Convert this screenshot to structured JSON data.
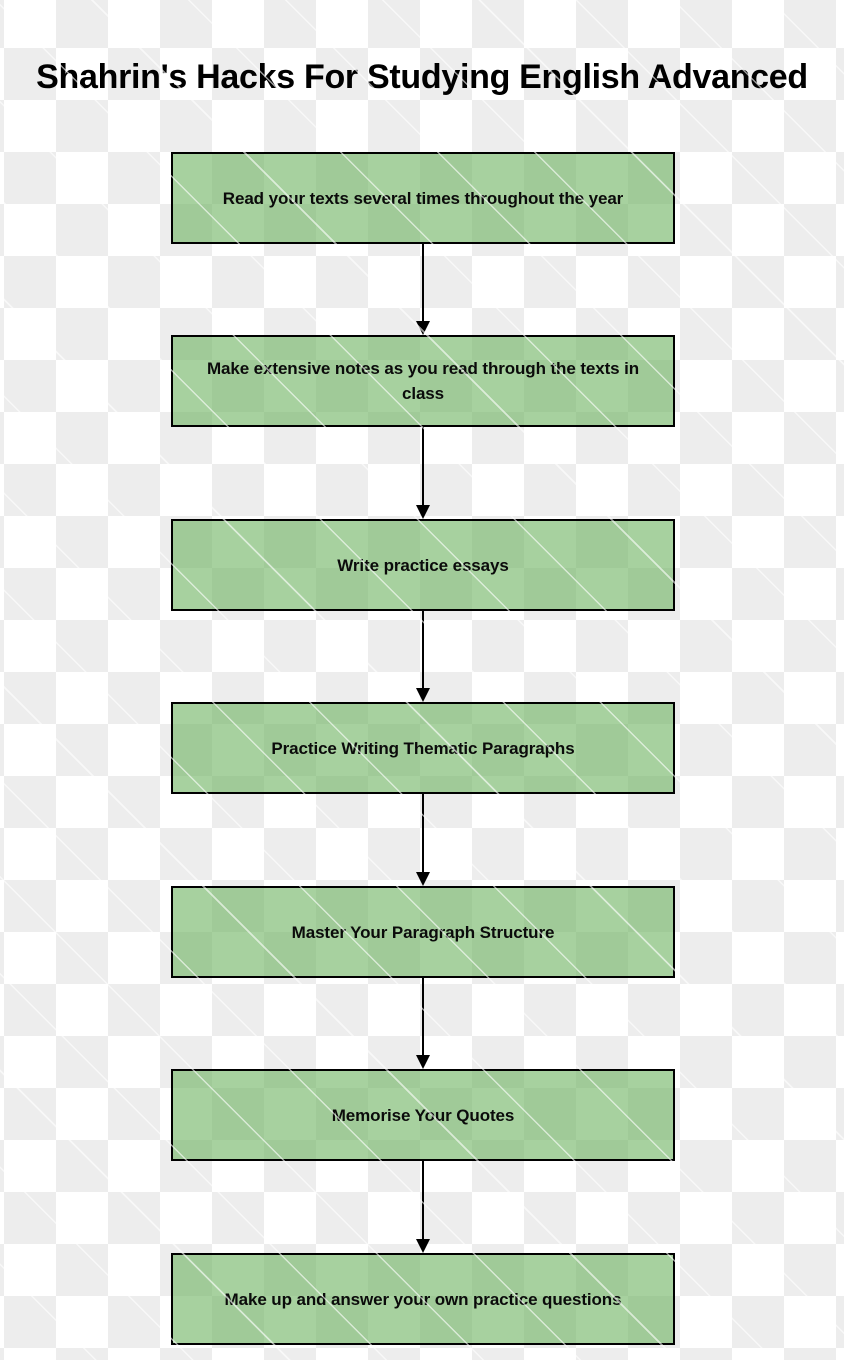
{
  "title": "Shahrin's Hacks For Studying English Advanced",
  "flowchart": {
    "direction": "top-to-bottom",
    "connector": "solid-line-filled-arrowhead",
    "nodes": [
      {
        "label": "Read your texts several times throughout the year"
      },
      {
        "label": "Make extensive notes as you read through the texts in class"
      },
      {
        "label": "Write practice essays"
      },
      {
        "label": "Practice Writing Thematic Paragraphs"
      },
      {
        "label": "Master Your Paragraph Structure"
      },
      {
        "label": "Memorise Your Quotes"
      },
      {
        "label": "Make up and answer your own practice questions"
      }
    ]
  },
  "colors": {
    "node_fill": "#71B564",
    "node_border": "#000000",
    "arrow": "#000000",
    "title_text": "#000000",
    "node_text": "#0B0B0B",
    "checker_light": "#FFFFFF",
    "checker_gray": "#EDEDED",
    "watermark_line": "#FFFFFF"
  }
}
